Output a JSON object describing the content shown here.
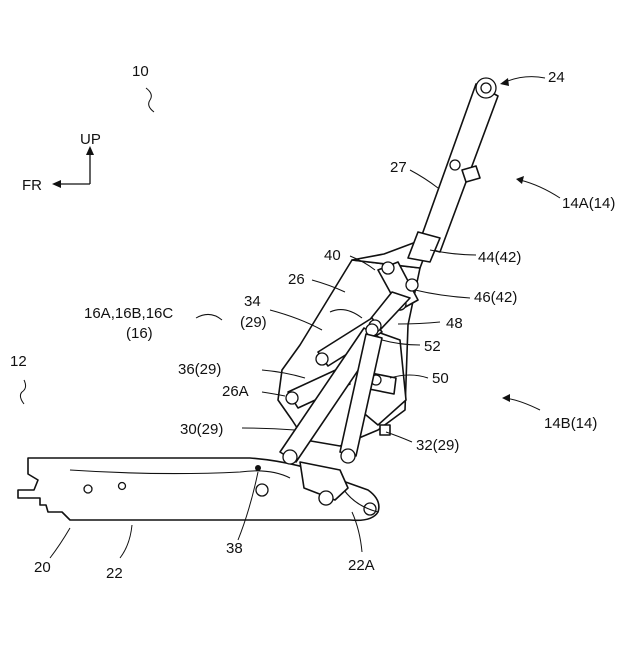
{
  "labels": {
    "l10": "10",
    "l24": "24",
    "l27": "27",
    "l14A": "14A(14)",
    "l12": "12",
    "l16": "16A,16B,16C",
    "l16b": "(16)",
    "l40": "40",
    "l44": "44(42)",
    "l26": "26",
    "l46": "46(42)",
    "l34": "34",
    "l34b": "(29)",
    "l48": "48",
    "l52": "52",
    "l36": "36(29)",
    "l50": "50",
    "l26A": "26A",
    "l14B": "14B(14)",
    "l30": "30(29)",
    "l32": "32(29)",
    "l38": "38",
    "l22A": "22A",
    "l20": "20",
    "l22": "22"
  },
  "directions": {
    "up": "UP",
    "front": "FR"
  }
}
